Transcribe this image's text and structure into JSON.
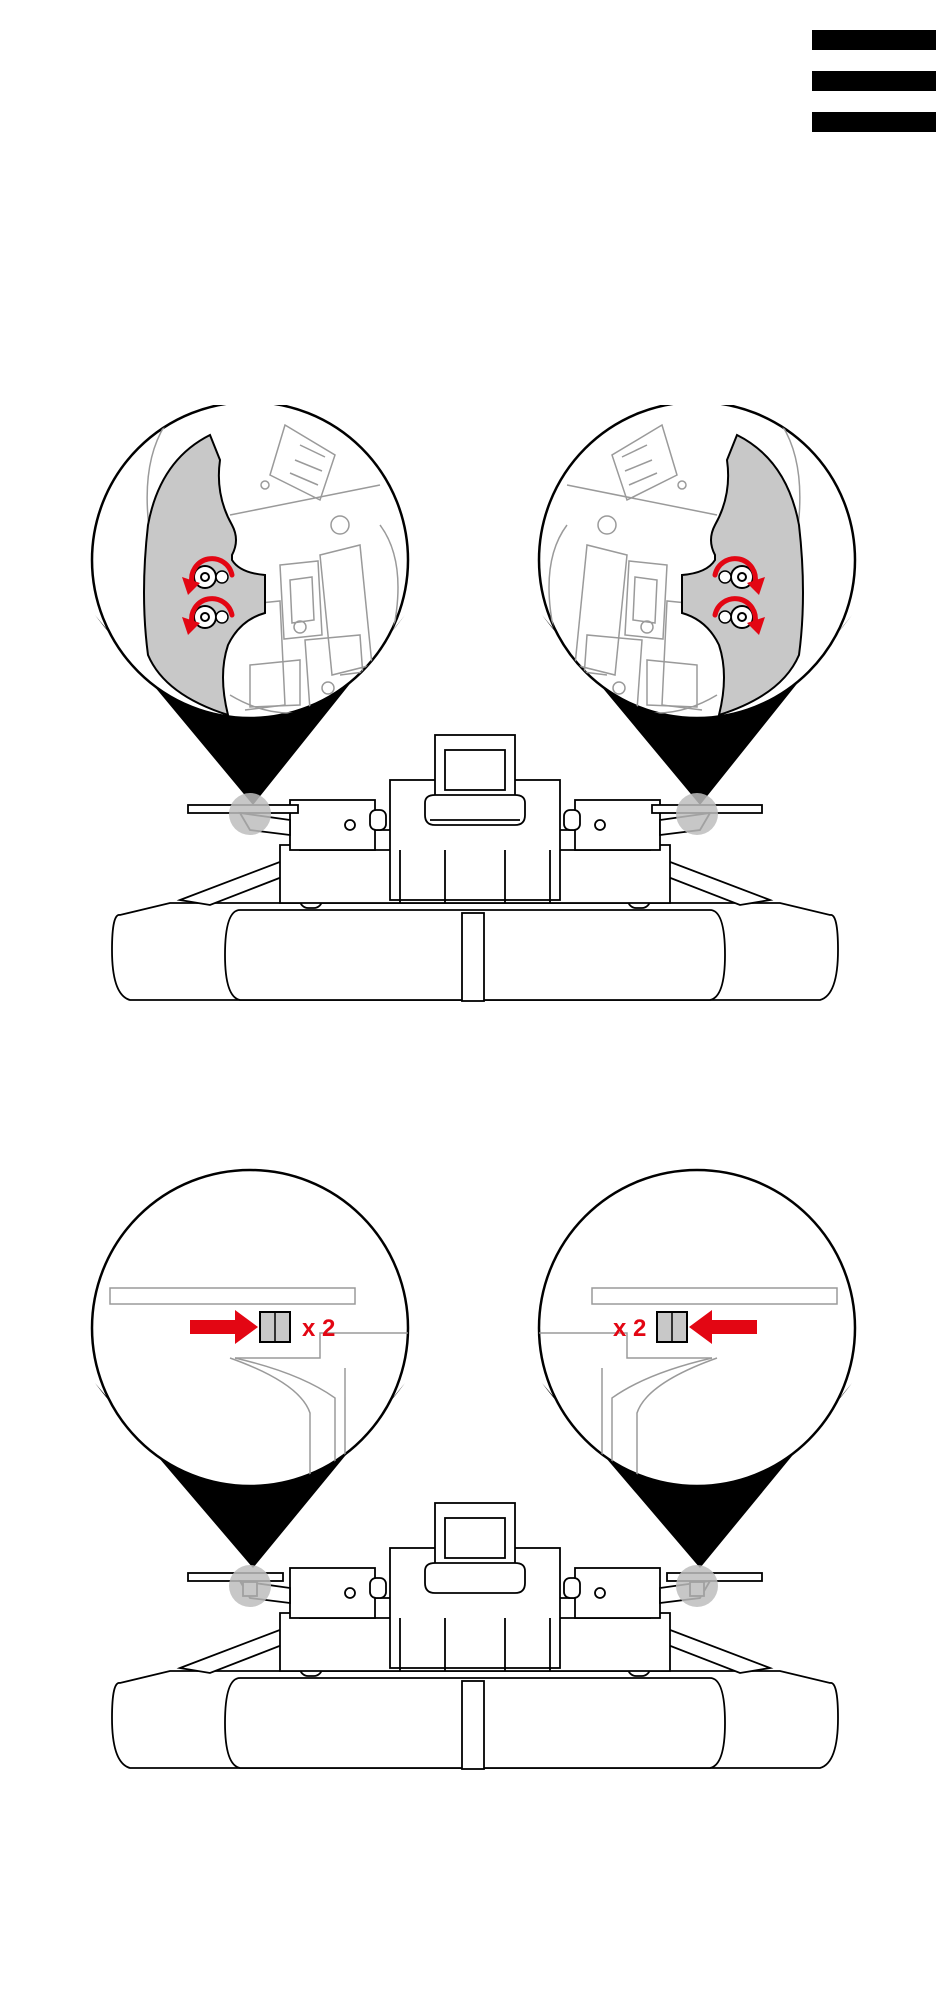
{
  "header": {
    "menu_icon": "hamburger-menu-icon"
  },
  "colors": {
    "accent": "#e30613",
    "paddle_fill": "#c8c8c8",
    "ink": "#000000",
    "highlight": "#c0c0c0"
  },
  "steps": [
    {
      "action": "unscrew",
      "icon": "rotate-arrow-icon",
      "screws_per_side": 2
    },
    {
      "action": "insert",
      "icon": "push-arrow-icon",
      "count_label": "x 2"
    }
  ]
}
